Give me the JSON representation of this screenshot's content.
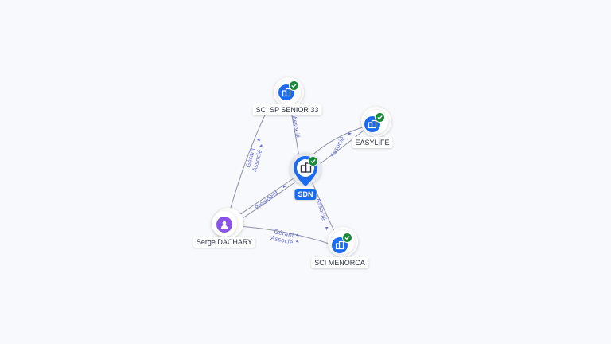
{
  "nodes": [
    {
      "id": "sdn",
      "label": "SDN",
      "type": "company",
      "primary": true,
      "verified": true,
      "icon": "building-icon"
    },
    {
      "id": "sci_sp_senior",
      "label": "SCI SP SENIOR 33",
      "type": "company",
      "verified": true,
      "icon": "building-icon"
    },
    {
      "id": "easylife",
      "label": "EASYLIFE",
      "type": "company",
      "verified": true,
      "icon": "building-icon"
    },
    {
      "id": "sci_menorca",
      "label": "SCI MENORCA",
      "type": "company",
      "verified": true,
      "icon": "building-icon"
    },
    {
      "id": "serge",
      "label": "Serge DACHARY",
      "type": "person",
      "verified": false,
      "icon": "person-icon"
    }
  ],
  "edges": [
    {
      "from": "sdn",
      "to": "sci_sp_senior",
      "labels": [
        "Associé"
      ]
    },
    {
      "from": "sdn",
      "to": "easylife",
      "labels": [
        "Associé"
      ]
    },
    {
      "from": "sdn",
      "to": "sci_menorca",
      "labels": [
        "Associé"
      ]
    },
    {
      "from": "serge",
      "to": "sdn",
      "labels": [
        "Président"
      ]
    },
    {
      "from": "serge",
      "to": "sci_sp_senior",
      "labels": [
        "Gérant",
        "Associé"
      ]
    },
    {
      "from": "serge",
      "to": "sci_menorca",
      "labels": [
        "Gérant",
        "Associé"
      ]
    },
    {
      "from": "serge",
      "to": "easylife",
      "labels": []
    }
  ],
  "colors": {
    "company": "#1a6bf0",
    "person": "#8a55e6",
    "verified": "#1a8a3a",
    "edge_label": "#6b6fd6"
  }
}
